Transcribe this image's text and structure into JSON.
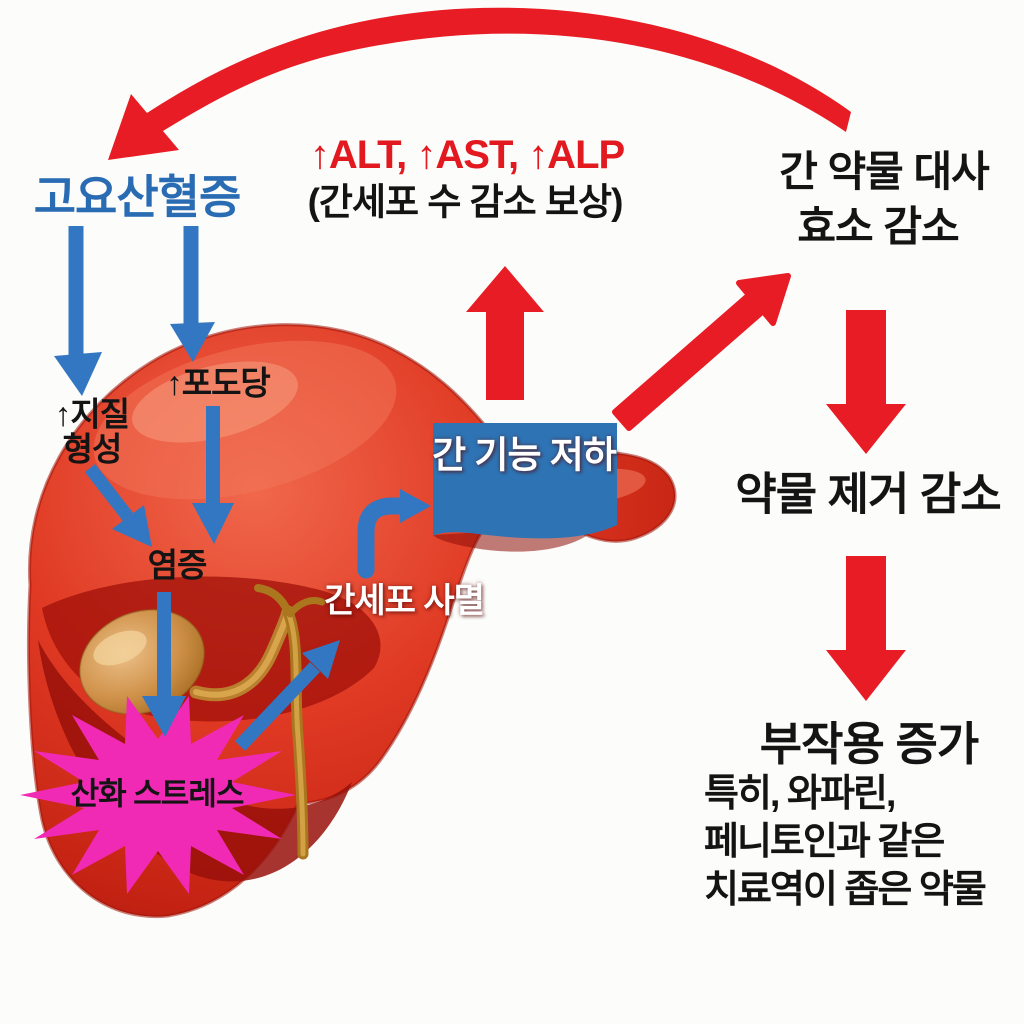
{
  "top": {
    "lab_markers": "↑ALT, ↑AST, ↑ALP",
    "compensation": "(간세포 수 감소 보상)"
  },
  "left": {
    "hyperuricemia": "고요산혈증",
    "lipid_line1": "↑지질",
    "lipid_line2": "형성",
    "glucose": "↑포도당",
    "inflammation": "염증",
    "oxidative_stress": "산화 스트레스"
  },
  "center": {
    "hepatocyte_death": "간세포 사멸",
    "liver_function_box": "간 기능 저하"
  },
  "right": {
    "enzyme_line1": "간 약물 대사",
    "enzyme_line2": "효소 감소",
    "drug_clearance": "약물 제거 감소",
    "side_effects": "부작용 증가",
    "notes": [
      "특히, 와파린,",
      "페니토인과 같은",
      "치료역이 좁은 약물"
    ]
  },
  "colors": {
    "arrow_red": "#e81c24",
    "text_red": "#e2191f",
    "arrow_blue": "#3377c2",
    "box_blue": "#2e74b5",
    "text_blue": "#2a6cb3",
    "starburst_pink": "#f02ab5",
    "liver_red": "#d6281e",
    "text_black": "#141414",
    "background": "#fcfcfa"
  }
}
